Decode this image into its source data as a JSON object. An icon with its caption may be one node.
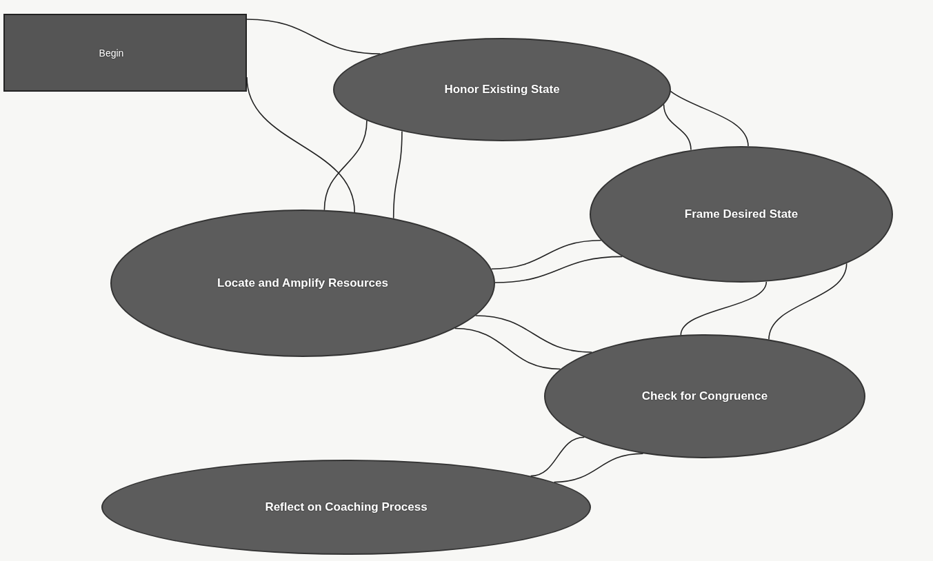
{
  "diagram": {
    "nodes": [
      {
        "text": [
          "Begin"
        ]
      },
      {
        "text": [
          "Honor Existing State"
        ]
      },
      {
        "text": [
          "Frame Desired State"
        ]
      },
      {
        "text": [
          "Locate and Amplify Resources"
        ]
      },
      {
        "text": [
          "Check for Congruence"
        ]
      },
      {
        "text": [
          "Reflect on Coaching Process"
        ]
      }
    ],
    "edges": [
      {
        "from": 0,
        "to": 1,
        "arrow": "none"
      },
      {
        "from": 0,
        "to": 3,
        "arrow": "none"
      },
      {
        "from": 1,
        "to": 3,
        "arrow": "none"
      },
      {
        "from": 1,
        "to": 3,
        "arrow": "none"
      },
      {
        "from": 1,
        "to": 2,
        "arrow": "none"
      },
      {
        "from": 1,
        "to": 2,
        "arrow": "none"
      },
      {
        "from": 2,
        "to": 3,
        "arrow": "none"
      },
      {
        "from": 2,
        "to": 3,
        "arrow": "none"
      },
      {
        "from": 2,
        "to": 4,
        "arrow": "none"
      },
      {
        "from": 2,
        "to": 4,
        "arrow": "none"
      },
      {
        "from": 3,
        "to": 4,
        "arrow": "none"
      },
      {
        "from": 3,
        "to": 4,
        "arrow": "none"
      },
      {
        "from": 4,
        "to": 5,
        "arrow": "none"
      },
      {
        "from": 5,
        "to": 4,
        "arrow": "none"
      }
    ]
  }
}
